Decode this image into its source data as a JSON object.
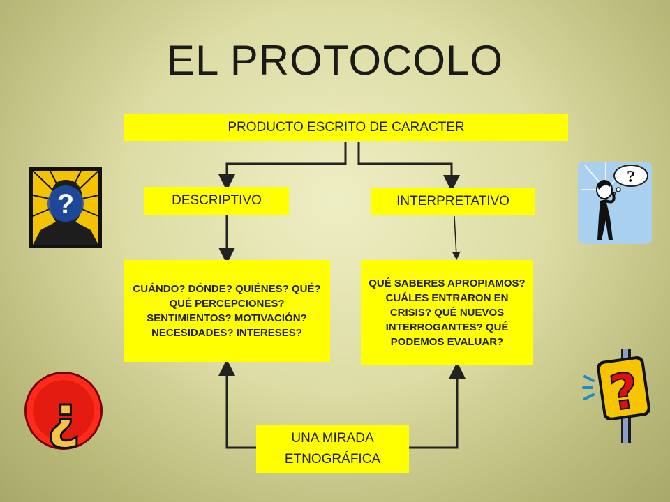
{
  "slide": {
    "title": "EL PROTOCOLO"
  },
  "diagram": {
    "root": "PRODUCTO ESCRITO DE CARACTER",
    "left_branch": "DESCRIPTIVO",
    "right_branch": "INTERPRETATIVO",
    "left_questions": "CUÁNDO? DÓNDE? QUIÉNES? QUÉ? QUÉ PERCEPCIONES? SENTIMIENTOS? MOTIVACIÓN? NECESIDADES? INTERESES?",
    "right_questions": "QUÉ SABERES APROPIAMOS?CUÁLES ENTRARON EN CRISIS? QUÉ NUEVOS INTERROGANTES? QUÉ PODEMOS EVALUAR?",
    "bottom": "UNA MIRADA ETNOGRÁFICA"
  },
  "colors": {
    "box_fill": "#ffff00",
    "connector": "#222222"
  },
  "icons": [
    "silhouette-question-icon",
    "thinking-person-question-icon",
    "inverted-question-red-button-icon",
    "question-sign-post-icon"
  ]
}
